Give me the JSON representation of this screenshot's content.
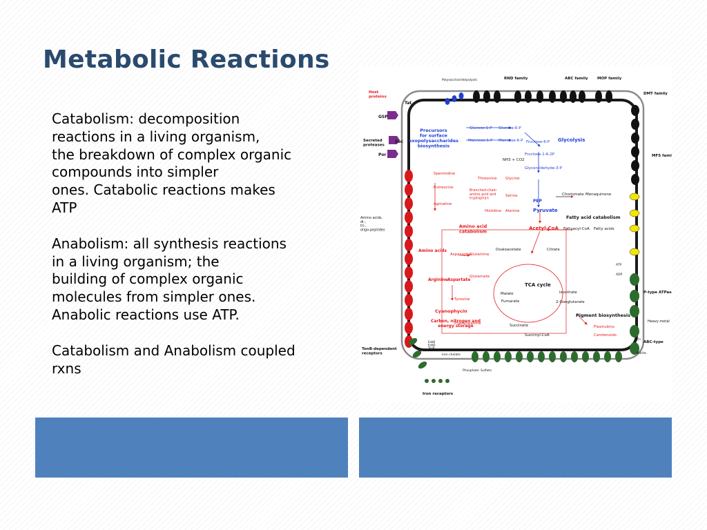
{
  "slide": {
    "title": "Metabolic Reactions",
    "paragraphs": [
      {
        "lines": [
          "Catabolism:  decomposition",
          "reactions in a living organism,",
          "the breakdown of complex organic",
          "compounds into simpler",
          "ones.  Catabolic reactions makes",
          "ATP"
        ]
      },
      {
        "lines": [
          "Anabolism:  all synthesis reactions",
          "in a living organism; the",
          "building of complex organic",
          "molecules from simpler ones.",
          "Anabolic reactions use ATP."
        ]
      },
      {
        "lines": [
          "Catabolism and Anabolism coupled",
          "rxns"
        ]
      }
    ]
  },
  "figure": {
    "labels": {
      "host_proteins": "Host\nproteins",
      "secreted_proteases": "Secreted\nproteases",
      "amino_acids_in": "Amino acids,\ndi-,\ntri-,\noligo-peptides",
      "tonb_receptors": "TonB-dependent\nreceptors",
      "iron_receptors": "Iron receptors",
      "rnd_family": "RND family",
      "abc_family": "ABC family",
      "mop_family": "MOP family",
      "dmt_family": "DMT family",
      "mfs_family": "MFS family",
      "p_type_atpase": "P-type ATPase",
      "heavy_metal": "Heavy metal",
      "abc_type": "ABC-type",
      "polysaccharides": "Polysaccharide/polyols",
      "tat": "Tat",
      "gsp": "GSP",
      "sec": "Sec",
      "por": "Por",
      "precursors": "Precursors\nfor surface\nexopolysaccharides\nbiosynthesis",
      "glucose_1p": "Glucose-1-P",
      "glucose_6p": "Glucose-6-P",
      "mannose_1p": "Mannose-1-P",
      "mannose_6p": "Mannose-6-P",
      "fructose_6p": "Fructose-6-P",
      "fructose_16": "Fructose-1-6-2P",
      "glycolysis": "Glycolysis",
      "nh3_co2": "NH3 + CO2",
      "glyceraldehyde": "Glyceraldehyde-3-P",
      "spermidine": "Spermidine",
      "threonine": "Threonine",
      "glycine": "Glycine",
      "putrescine": "Putrescine",
      "agmatine": "Agmatine",
      "branched_chain": "Branched-chain\namino acid and\ntryptophan",
      "serine": "Serine",
      "histidine": "Histidine",
      "alanine": "Alanine",
      "pep": "PEP",
      "pyruvate": "Pyruvate",
      "chorismate": "Chorismate",
      "menaquinone": "Menaquinone",
      "fatty_acid_catabolism": "Fatty acid catabolism",
      "fatty_acyl_coa": "Fattyacyl-CoA",
      "fatty_acids": "Fatty acids",
      "acetyl_coa": "Acetyl-CoA",
      "amino_acid_catabolism": "Amino acid\ncatabolism",
      "oxaloacetate": "Oxaloacetate",
      "citrate": "Citrate",
      "amino_acids": "Amino acids",
      "asparagine": "Asparagine",
      "glutamine": "Glutamine",
      "arginine": "Arginine",
      "aspartate": "Aspartate",
      "glutamate": "Glutamate",
      "malate": "Malate",
      "isocitrate": "Isocitrate",
      "tca_cycle": "TCA cycle",
      "tyrosine": "Tyrosine",
      "fumarate": "Fumarate",
      "oxoglutarate": "2-Oxoglutarate",
      "cyanophycin": "Cyanophycin",
      "carbon_nitrogen": "Carbon, nitrogen and\nenergy storage",
      "phenylalanine": "Phenylalanine",
      "succinate": "Succinate",
      "succinyl_coa": "Succinyl-CoA",
      "pigment_biosynthesis": "Pigment biosynthesis",
      "flexirubins": "Flexirubins",
      "carotenoids": "Carotenoids",
      "atp": "ATP",
      "adp": "ADP",
      "phosphate": "Phosphate",
      "sulfate": "Sulfate",
      "zinc": "Zn",
      "iron_chelate": "Iron chelate",
      "exbb": "ExbB\nExbD\nTonB",
      "nitrite": "Nitrite"
    },
    "colors": {
      "membrane": "#1a1a1a",
      "pathway_red": "#e41a1c",
      "pathway_blue": "#1f3fd6",
      "transporter_green": "#2e6b2e",
      "transporter_red": "#d7191c",
      "channel_yellow": "#f2e600",
      "secretion_purple": "#7b2d8e"
    }
  },
  "theme": {
    "title_color": "#2a4a6e",
    "bar_color": "#4f81bd"
  }
}
